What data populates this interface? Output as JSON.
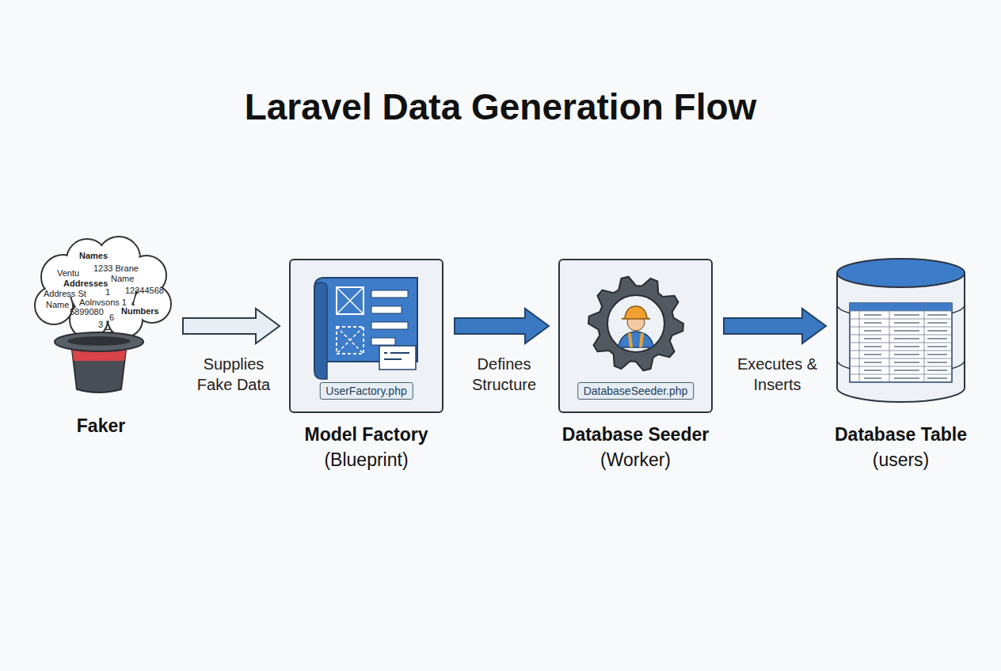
{
  "diagram": {
    "title": "Laravel Data Generation Flow",
    "nodes": [
      {
        "text": [
          "Faker"
        ]
      },
      {
        "text": [
          "UserFactory.php",
          "Model Factory",
          "(Blueprint)"
        ]
      },
      {
        "text": [
          "DatabaseSeeder.php",
          "Database Seeder",
          "(Worker)"
        ]
      },
      {
        "text": [
          "Database Table",
          "(users)"
        ]
      }
    ],
    "edges": [
      {
        "from": 0,
        "to": 1,
        "label": "Supplies Fake Data",
        "arrow": "to"
      },
      {
        "from": 1,
        "to": 2,
        "label": "Defines Structure",
        "arrow": "to"
      },
      {
        "from": 2,
        "to": 3,
        "label": "Executes & Inserts",
        "arrow": "to"
      }
    ],
    "labels": [
      "Names",
      "Ventu",
      "1233 Brane",
      "Name",
      "Addresses",
      "1",
      "12344568",
      "Address St",
      "Aolnvsons 1",
      "Name",
      "5899080",
      "6",
      "Numbers",
      "3"
    ]
  }
}
